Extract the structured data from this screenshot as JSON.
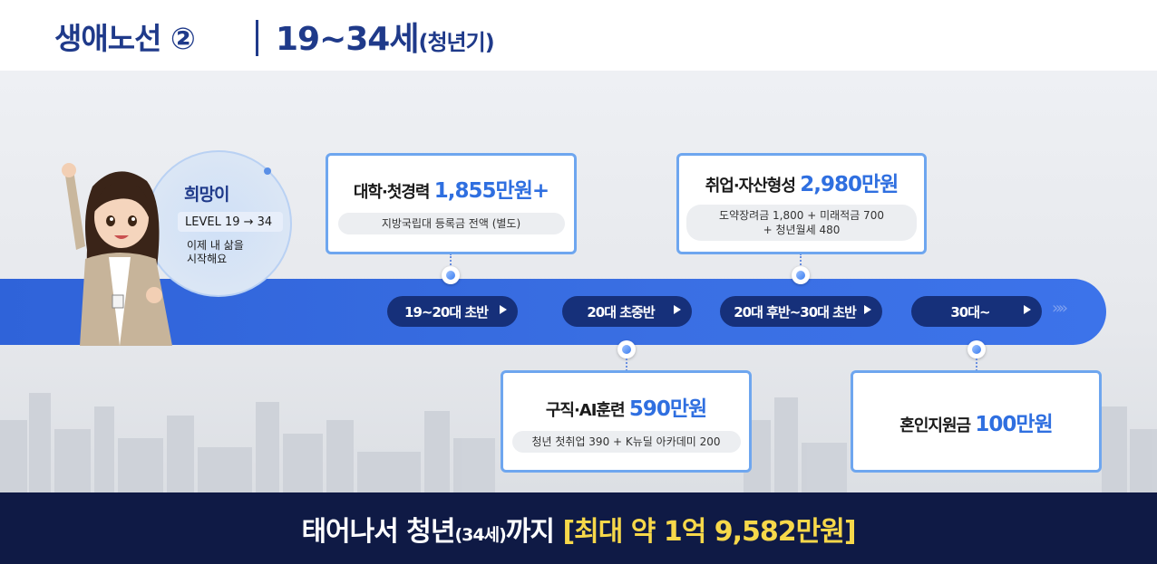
{
  "header": {
    "title": "생애노선 ②",
    "age_main": "19~34세",
    "age_sub": "(청년기)"
  },
  "character": {
    "name": "희망이",
    "level": "LEVEL 19 → 34",
    "message_line1": "이제 내 삶을",
    "message_line2": "시작해요"
  },
  "timeline": {
    "stages": [
      {
        "label": "19~20대 초반"
      },
      {
        "label": "20대 초중반"
      },
      {
        "label": "20대 후반~30대 초반"
      },
      {
        "label": "30대~"
      }
    ]
  },
  "cards": [
    {
      "title": "대학·첫경력",
      "amount": "1,855만원+",
      "detail_line1": "지방국립대 등록금 전액 (별도)",
      "detail_line2": ""
    },
    {
      "title": "구직·AI훈련",
      "amount": "590만원",
      "detail_line1": "청년 첫취업 390 + K뉴딜 아카데미 200",
      "detail_line2": ""
    },
    {
      "title": "취업·자산형성",
      "amount": "2,980만원",
      "detail_line1": "도약장려금 1,800 + 미래적금 700",
      "detail_line2": "+ 청년월세 480"
    },
    {
      "title": "혼인지원금",
      "amount": "100만원",
      "detail_line1": "",
      "detail_line2": ""
    }
  ],
  "footer": {
    "text_main": "태어나서 청년",
    "text_small": "(34세)",
    "text_tail": "까지",
    "highlight": "[최대 약 1억 9,582만원]"
  },
  "colors": {
    "navy": "#1f3a8a",
    "band_blue": "#3a6fe3",
    "amount_blue": "#2f6fe0",
    "footer_bg": "#0f1a45",
    "highlight_yellow": "#f7d84a"
  }
}
